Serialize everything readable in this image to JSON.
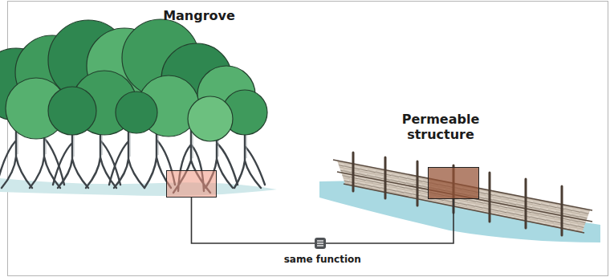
{
  "diagram": {
    "nodes": [
      {
        "text": [
          "Mangrove"
        ]
      },
      {
        "text": [
          "Permeable structure"
        ]
      }
    ],
    "edges": [
      {
        "from": 0,
        "to": 1,
        "arrow": "none",
        "label": "same function"
      }
    ]
  }
}
